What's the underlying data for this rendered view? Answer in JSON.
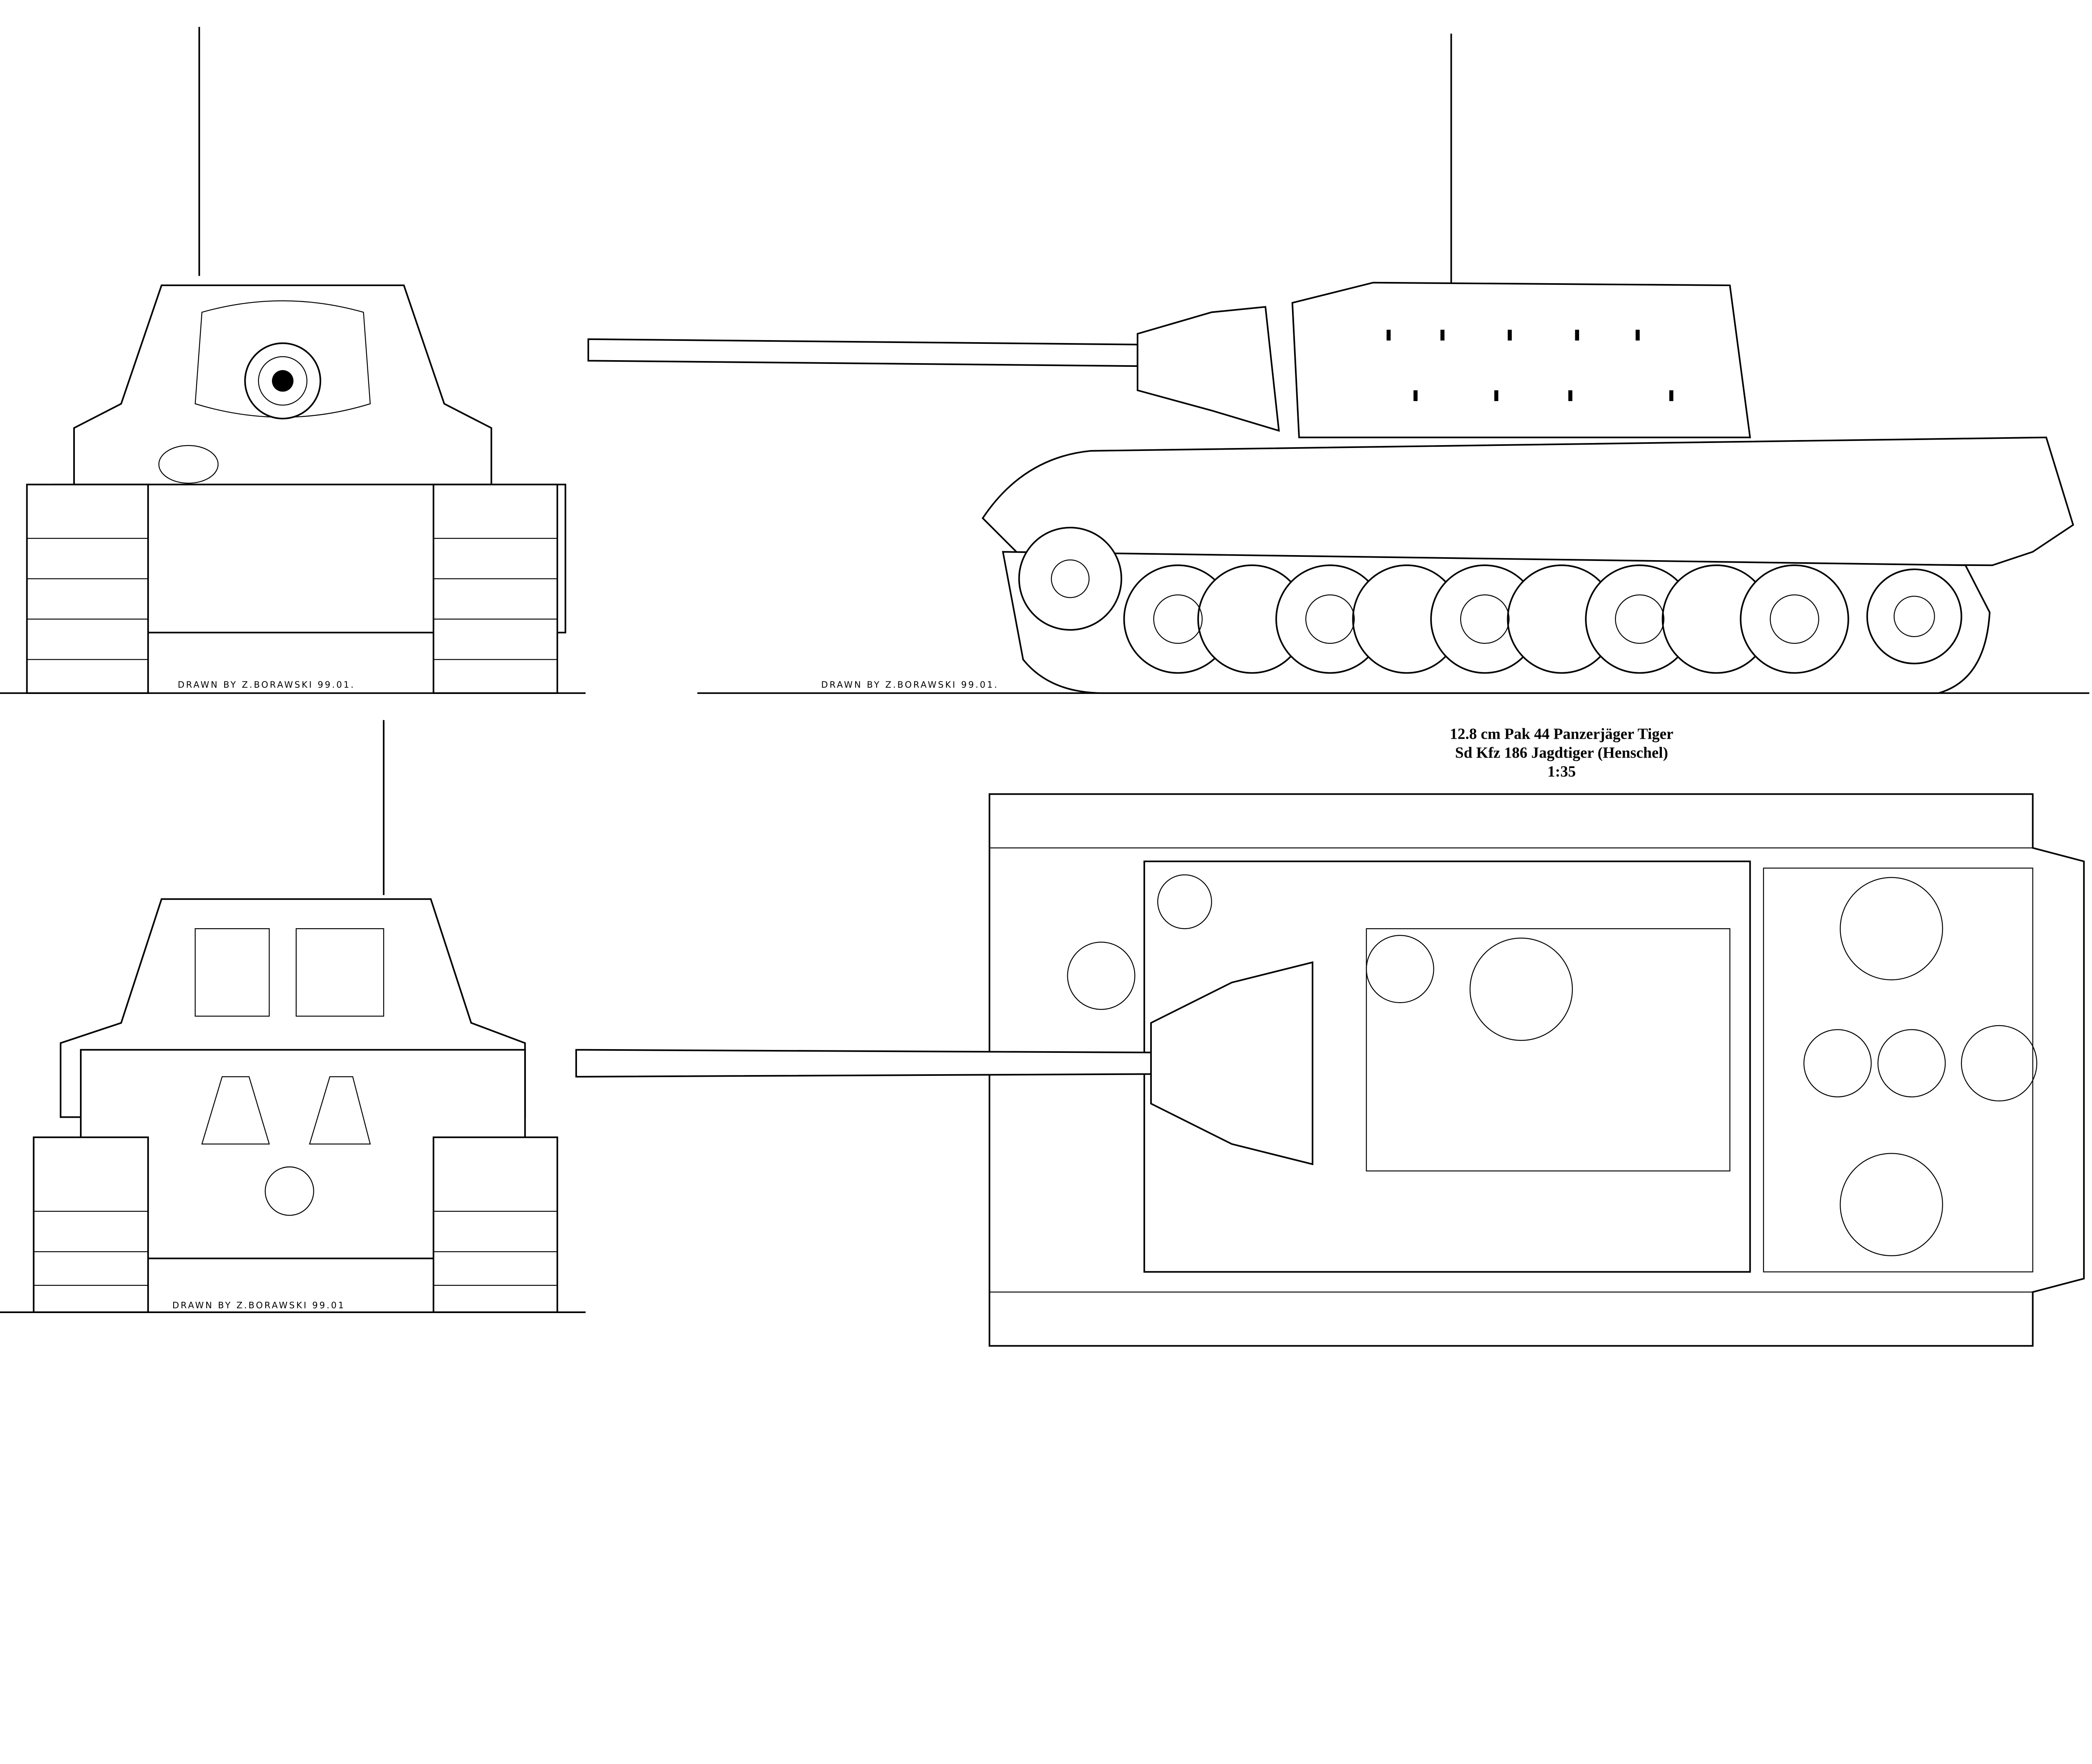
{
  "title": {
    "line1": "12.8 cm Pak 44 Panzerjäger Tiger",
    "line2": "Sd Kfz 186  Jagdtiger  (Henschel)",
    "scale": "1:35"
  },
  "credits": {
    "front": "DRAWN  BY  Z.BORAWSKI    99.01.",
    "side": "DRAWN  BY  Z.BORAWSKI    99.01.",
    "rear": "DRAWN  BY  Z.BORAWSKI   99.01"
  },
  "colors": {
    "ink": "#000000",
    "paper": "#ffffff"
  }
}
